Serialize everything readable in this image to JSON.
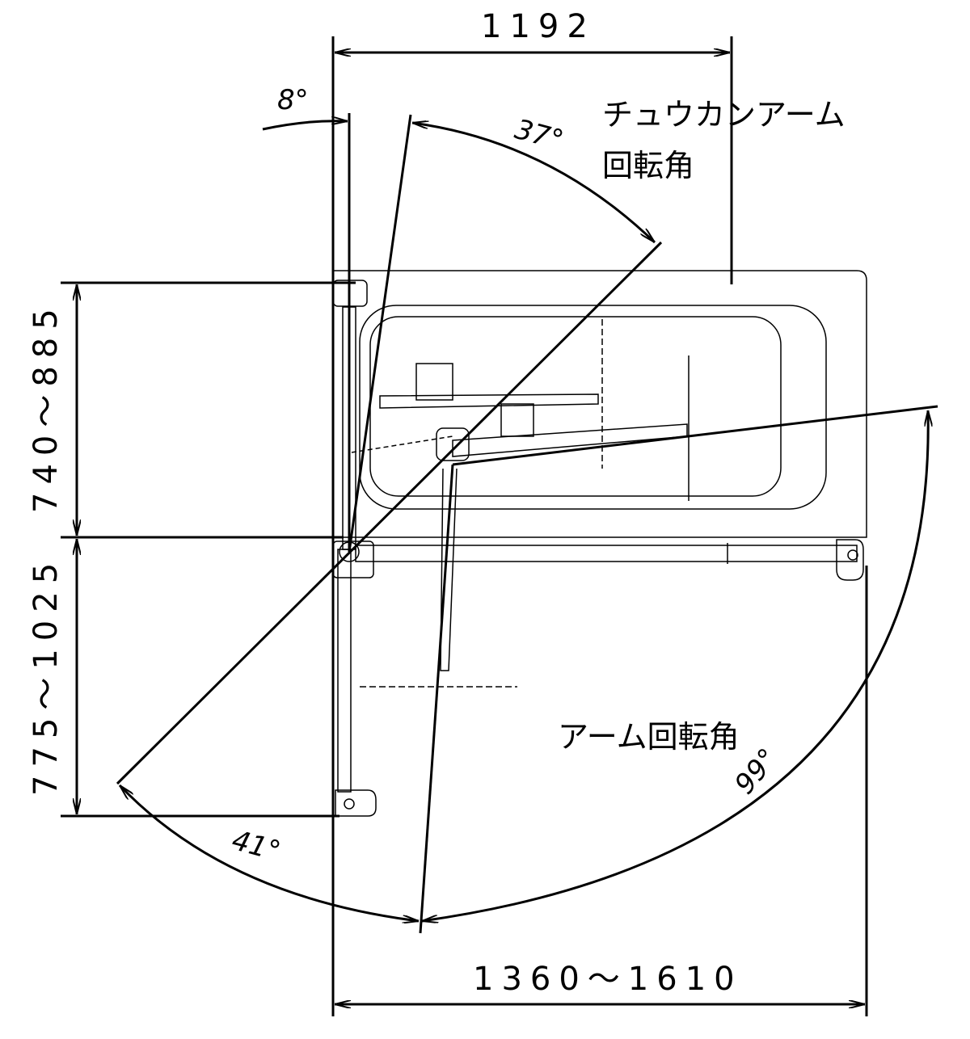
{
  "dimensions": {
    "top_width": "1192",
    "left_upper": "740～885",
    "left_lower": "775～1025",
    "bottom_width": "1360～1610"
  },
  "angles": {
    "a8": "8°",
    "a37": "37°",
    "a99": "99°",
    "a41": "41°"
  },
  "labels": {
    "middle_arm_line1": "チュウカンアーム",
    "middle_arm_line2": "回転角",
    "arm_rotation": "アーム回転角"
  }
}
